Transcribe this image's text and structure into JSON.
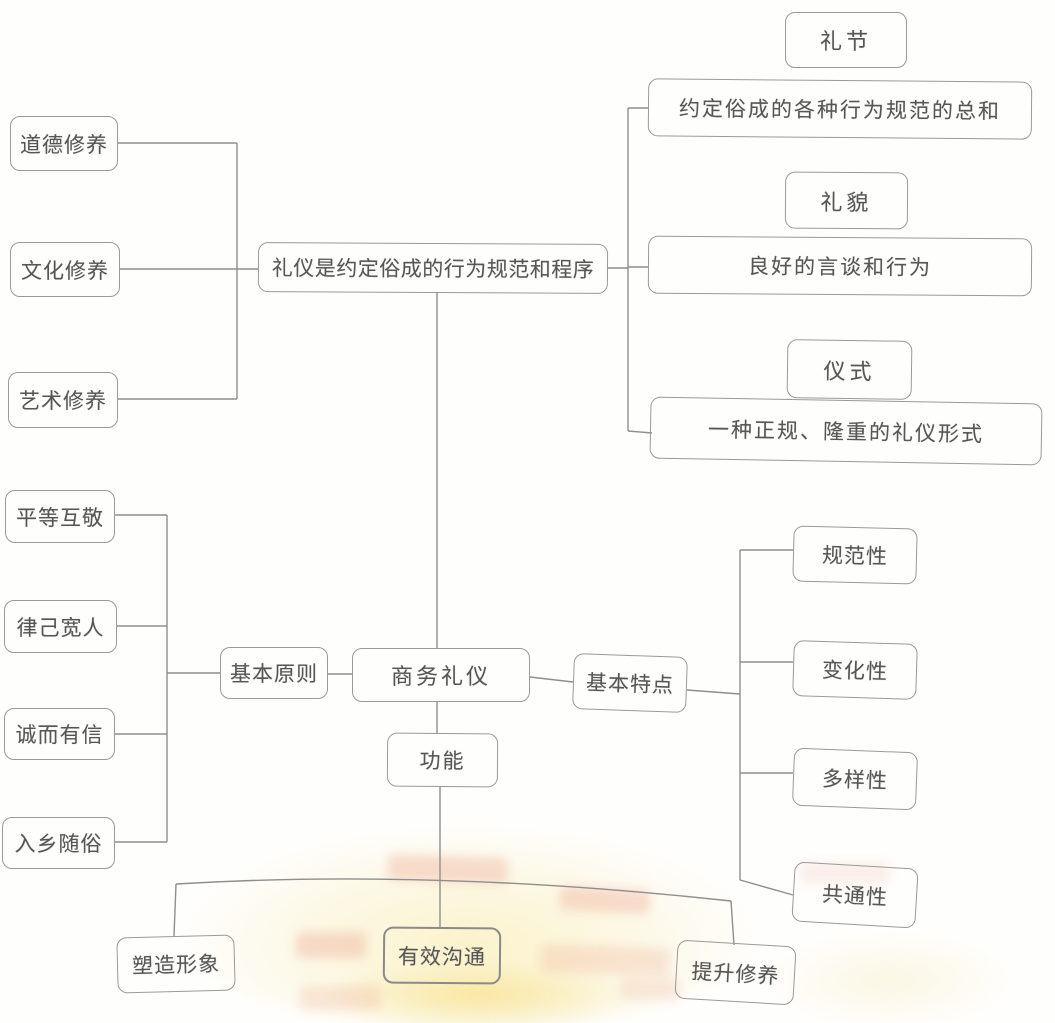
{
  "colors": {
    "line": "#8e8e8e",
    "text": "#565656",
    "paper": "#fefefd",
    "bleed_yellow": "#f8e496",
    "bleed_pink": "#e9967a"
  },
  "definition": {
    "label": "礼仪是约定俗成的行为规范和程序"
  },
  "core": {
    "label": "商务礼仪"
  },
  "cultivations": {
    "items": [
      {
        "label": "道德修养"
      },
      {
        "label": "文化修养"
      },
      {
        "label": "艺术修养"
      }
    ]
  },
  "etiquette_terms": {
    "items": [
      {
        "term": "礼节",
        "definition": "约定俗成的各种行为规范的总和"
      },
      {
        "term": "礼貌",
        "definition": "良好的言谈和行为"
      },
      {
        "term": "仪式",
        "definition": "一种正规、隆重的礼仪形式"
      }
    ]
  },
  "principles": {
    "label": "基本原则",
    "items": [
      {
        "label": "平等互敬"
      },
      {
        "label": "律己宽人"
      },
      {
        "label": "诚而有信"
      },
      {
        "label": "入乡随俗"
      }
    ]
  },
  "features": {
    "label": "基本特点",
    "items": [
      {
        "label": "规范性"
      },
      {
        "label": "变化性"
      },
      {
        "label": "多样性"
      },
      {
        "label": "共通性"
      }
    ]
  },
  "functions": {
    "label": "功能",
    "items": [
      {
        "label": "塑造形象"
      },
      {
        "label": "有效沟通"
      },
      {
        "label": "提升修养"
      }
    ]
  }
}
